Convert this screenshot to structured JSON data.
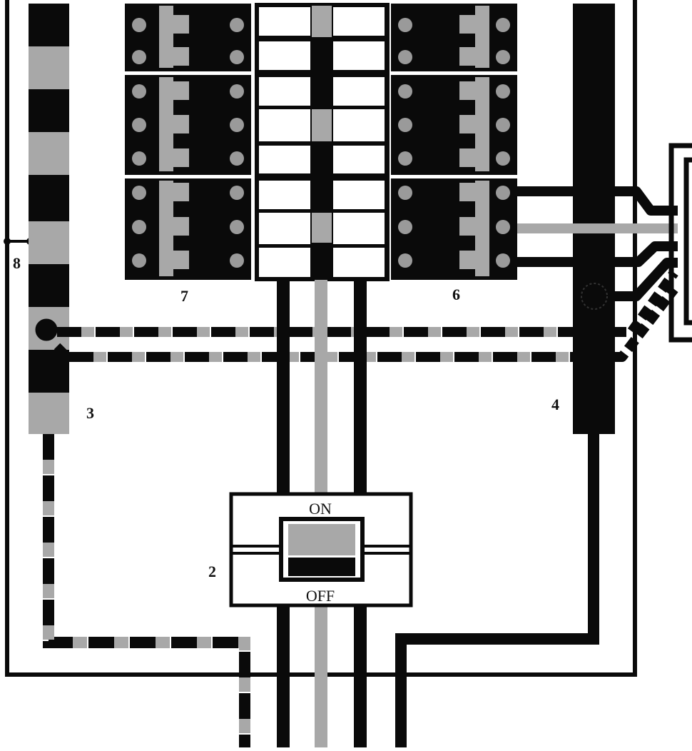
{
  "labels": {
    "ground_terminal": "8",
    "left_breakers": "7",
    "right_breakers": "6",
    "neutral_bar": "3",
    "ground_bar": "4",
    "main_switch": "2",
    "switch_on": "ON",
    "switch_off": "OFF"
  },
  "colors": {
    "black": "#0a0a0a",
    "gray": "#a8a8a8",
    "white": "#ffffff"
  }
}
